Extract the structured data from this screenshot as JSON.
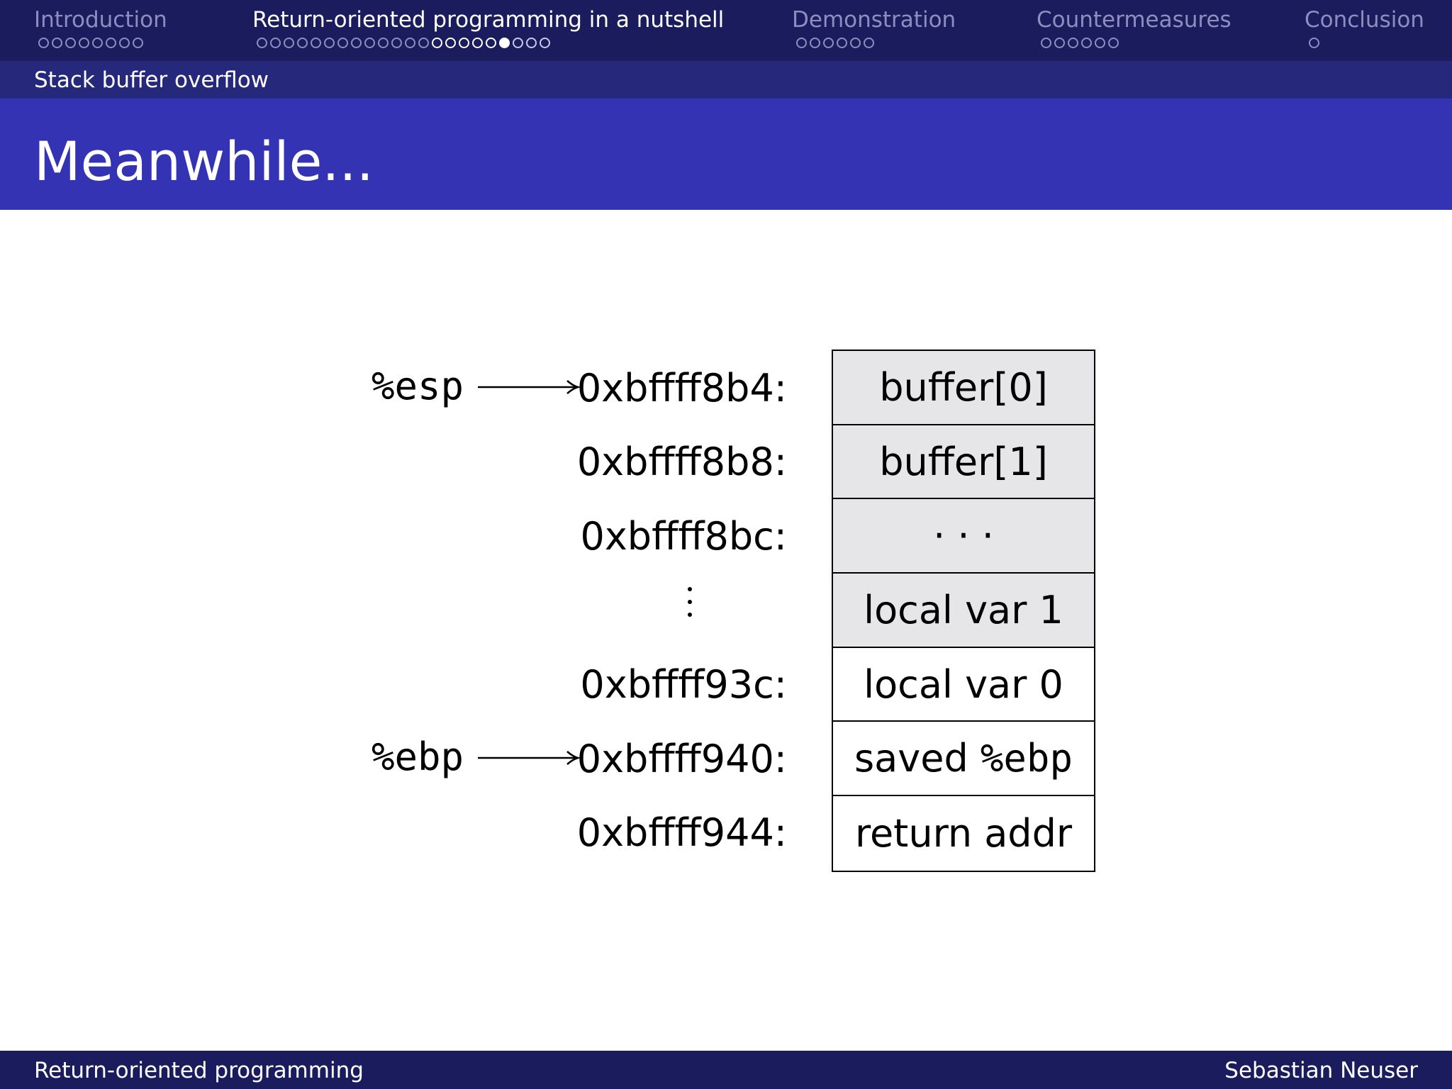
{
  "navigation": {
    "sections": [
      {
        "label": "Introduction",
        "dots": [
          "o",
          "o",
          "o",
          "o",
          "o",
          "o",
          "o",
          "o"
        ],
        "current": false
      },
      {
        "label": "Return-oriented programming in a nutshell",
        "dots": [
          "o",
          "o",
          "o",
          "o",
          "o",
          "o",
          "o",
          "o",
          "o",
          "o",
          "o",
          "o",
          "o",
          "s",
          "s",
          "s",
          "s",
          "s",
          "a",
          "u",
          "u",
          "u"
        ],
        "current": true
      },
      {
        "label": "Demonstration",
        "dots": [
          "o",
          "o",
          "o",
          "o",
          "o",
          "o"
        ],
        "current": false
      },
      {
        "label": "Countermeasures",
        "dots": [
          "o",
          "o",
          "o",
          "o",
          "o",
          "o"
        ],
        "current": false
      },
      {
        "label": "Conclusion",
        "dots": [
          "o"
        ],
        "current": false
      }
    ],
    "subsection": "Stack buffer overflow"
  },
  "frame": {
    "title": "Meanwhile..."
  },
  "diagram": {
    "pointers": [
      {
        "register": "%esp",
        "address": "0xbffff8b4:"
      },
      {
        "register": "%ebp",
        "address": "0xbffff940:"
      }
    ],
    "addresses": [
      "0xbffff8b4:",
      "0xbffff8b8:",
      "0xbffff8bc:",
      "",
      "0xbffff93c:",
      "0xbffff940:",
      "0xbffff944:"
    ],
    "vertical_ellipsis_row": 3,
    "cells": [
      {
        "prefix": "buffer[0]",
        "mono": "",
        "shaded": true
      },
      {
        "prefix": "buffer[1]",
        "mono": "",
        "shaded": true
      },
      {
        "prefix": "· · ·",
        "mono": "",
        "shaded": true
      },
      {
        "prefix": "local var 1",
        "mono": "",
        "shaded": true
      },
      {
        "prefix": "local var 0",
        "mono": "",
        "shaded": false
      },
      {
        "prefix": "saved ",
        "mono": "%ebp",
        "shaded": false
      },
      {
        "prefix": "return addr",
        "mono": "",
        "shaded": false
      }
    ],
    "colors": {
      "shaded_cell": "#e6e6e9",
      "border": "#000000"
    }
  },
  "footer": {
    "left": "Return-oriented programming",
    "right": "Sebastian Neuser"
  },
  "colors": {
    "nav_background": "#1b1c5e",
    "subsection_background": "#26287c",
    "title_background": "#3333b3",
    "inactive_text": "#8d8ec0"
  }
}
